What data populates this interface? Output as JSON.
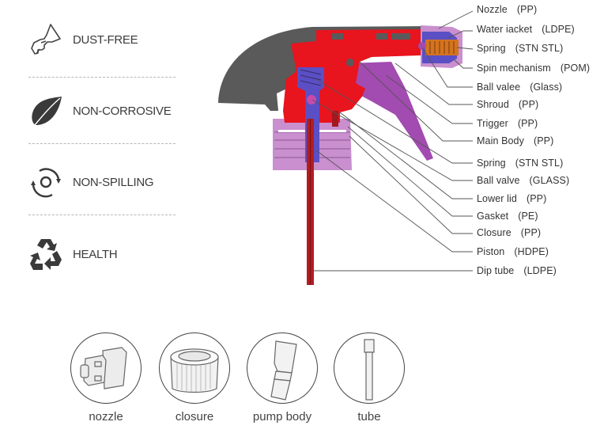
{
  "features": [
    {
      "label": "DUST-FREE",
      "icon": "spray-bottle-icon"
    },
    {
      "label": "NON-CORROSIVE",
      "icon": "leaf-icon"
    },
    {
      "label": "NON-SPILLING",
      "icon": "rotate-circle-icon"
    },
    {
      "label": "HEALTH",
      "icon": "recycle-icon"
    }
  ],
  "parts": [
    {
      "name": "Nozzle",
      "material": "(PP)"
    },
    {
      "name": "Water iacket",
      "material": "(LDPE)"
    },
    {
      "name": "Spring",
      "material": "(STN STL)"
    },
    {
      "name": "Spin mechanism",
      "material": "(POM)"
    },
    {
      "name": "Ball valee",
      "material": "(Glass)"
    },
    {
      "name": "Shroud",
      "material": "(PP)"
    },
    {
      "name": "Trigger",
      "material": "(PP)"
    },
    {
      "name": "Main Body",
      "material": "(PP)"
    },
    {
      "name": "Spring",
      "material": "(STN STL)"
    },
    {
      "name": "Ball valve",
      "material": "(GLASS)"
    },
    {
      "name": "Lower lid",
      "material": "(PP)"
    },
    {
      "name": "Gasket",
      "material": "(PE)"
    },
    {
      "name": "Closure",
      "material": "(PP)"
    },
    {
      "name": "Piston",
      "material": "(HDPE)"
    },
    {
      "name": "Dip tube",
      "material": "(LDPE)"
    }
  ],
  "components": [
    {
      "label": "nozzle",
      "icon": "nozzle-part-icon"
    },
    {
      "label": "closure",
      "icon": "closure-part-icon"
    },
    {
      "label": "pump body",
      "icon": "pump-body-part-icon"
    },
    {
      "label": "tube",
      "icon": "tube-part-icon"
    }
  ],
  "colors": {
    "shroud": "#5a5a5a",
    "main_body": "#e8141e",
    "trigger": "#a24bb0",
    "closure": "#c98fcf",
    "piston": "#5a4fc4",
    "dip_tube": "#b31c22",
    "spring": "#d4741e"
  }
}
